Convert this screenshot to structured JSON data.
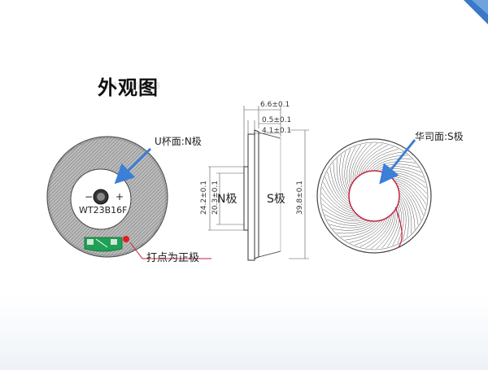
{
  "title": "外观图",
  "labels": {
    "u_cup": "U杯面:N极",
    "washer": "华司面:S极",
    "positive": "打点为正极",
    "n_pole": "N极",
    "s_pole": "S极",
    "minus": "−",
    "plus": "+",
    "model": "WT23B16F"
  },
  "dimensions": {
    "d1": "6.6±0.1",
    "d2": "0.5±0.1",
    "d3": "4.1±0.1",
    "d4": "24.2±0.1",
    "d5": "20.3±0.1",
    "d6": "39.8±0.1"
  },
  "colors": {
    "arrow": "#3b7fd6",
    "dot": "#e02020",
    "pcb": "#1fa055",
    "leader": "#c02040"
  }
}
